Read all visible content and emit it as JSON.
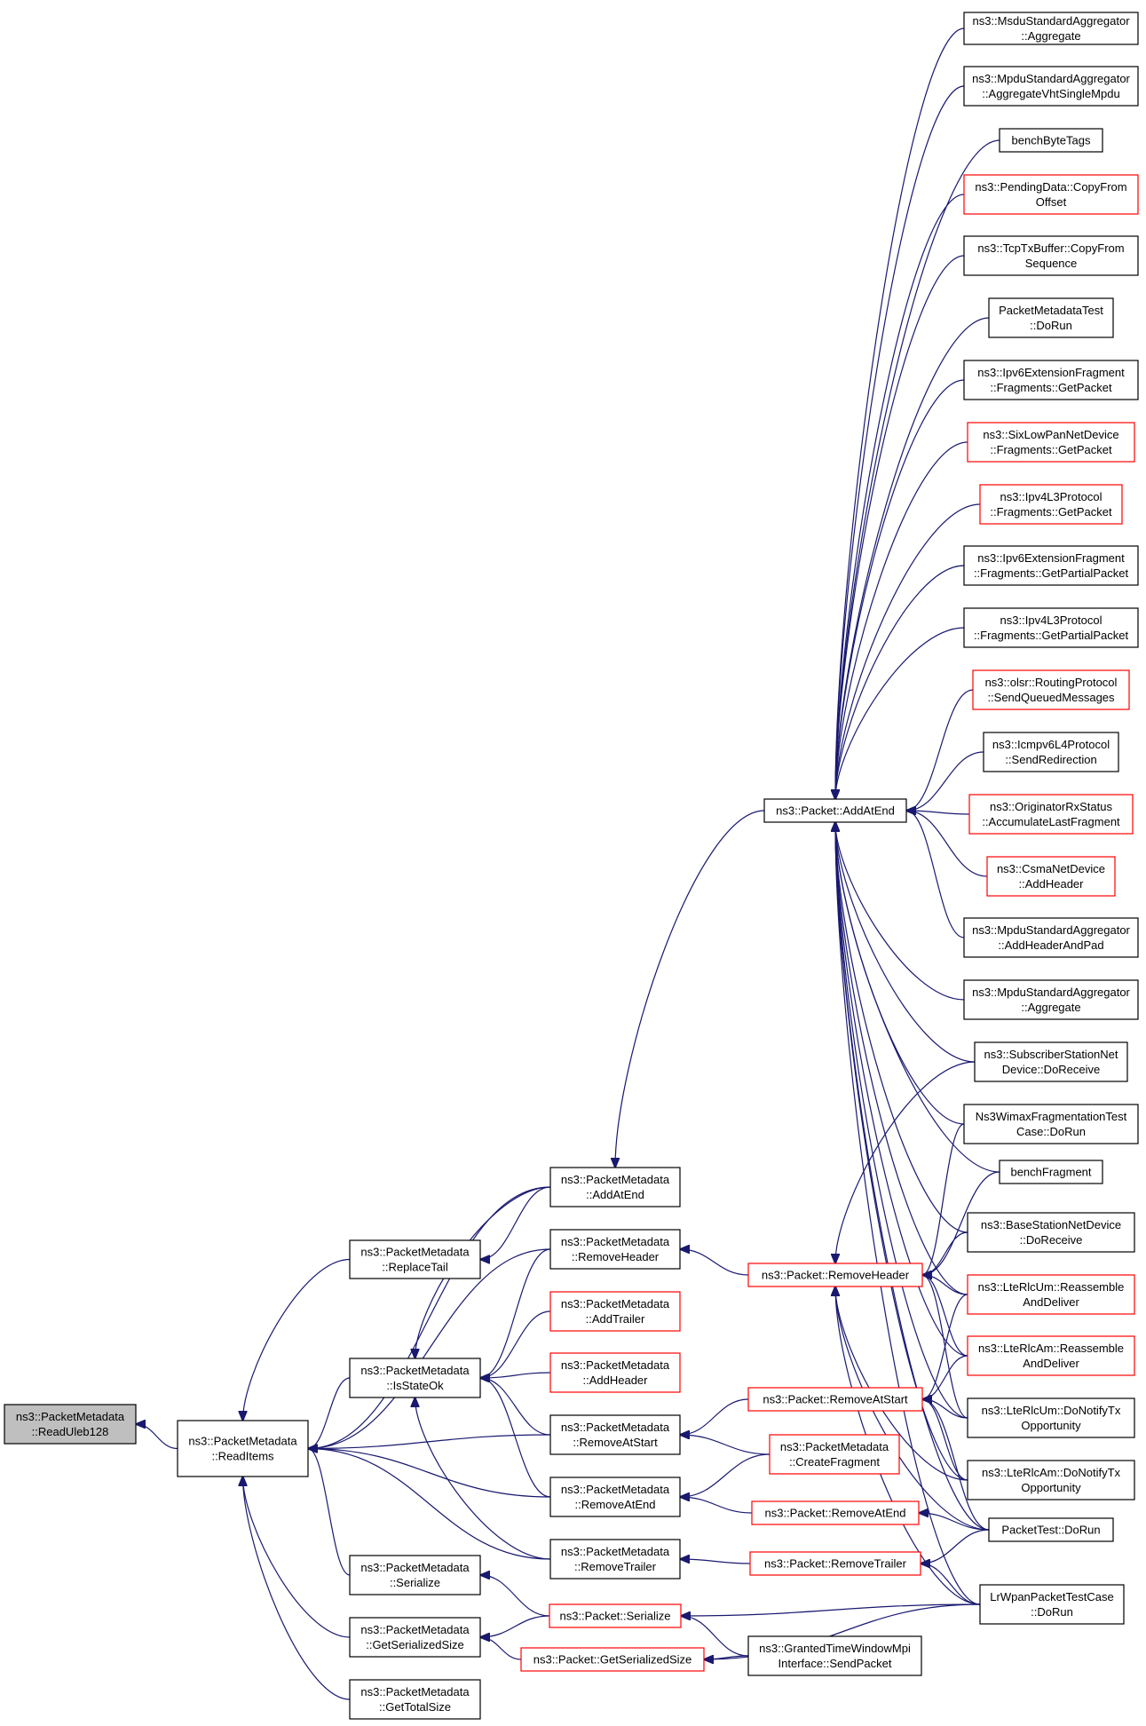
{
  "graph": {
    "edge_color": "#191970",
    "root_fill": "#bfbfbf",
    "normal_border": "#000000",
    "link_border": "#ff0000",
    "nodes": [
      {
        "id": "root",
        "lines": [
          "ns3::PacketMetadata",
          "::ReadUleb128"
        ],
        "style": "root"
      },
      {
        "id": "readitems",
        "lines": [
          "ns3::PacketMetadata",
          "::ReadItems"
        ],
        "style": "black"
      },
      {
        "id": "replacetail",
        "lines": [
          "ns3::PacketMetadata",
          "::ReplaceTail"
        ],
        "style": "black"
      },
      {
        "id": "isstateok",
        "lines": [
          "ns3::PacketMetadata",
          "::IsStateOk"
        ],
        "style": "black"
      },
      {
        "id": "pm_serialize",
        "lines": [
          "ns3::PacketMetadata",
          "::Serialize"
        ],
        "style": "black"
      },
      {
        "id": "pm_getserializedsize",
        "lines": [
          "ns3::PacketMetadata",
          "::GetSerializedSize"
        ],
        "style": "black"
      },
      {
        "id": "pm_gettotalsize",
        "lines": [
          "ns3::PacketMetadata",
          "::GetTotalSize"
        ],
        "style": "black"
      },
      {
        "id": "pm_addatend",
        "lines": [
          "ns3::PacketMetadata",
          "::AddAtEnd"
        ],
        "style": "black"
      },
      {
        "id": "pm_removeheader",
        "lines": [
          "ns3::PacketMetadata",
          "::RemoveHeader"
        ],
        "style": "black"
      },
      {
        "id": "pm_addtrailer",
        "lines": [
          "ns3::PacketMetadata",
          "::AddTrailer"
        ],
        "style": "red"
      },
      {
        "id": "pm_addheader",
        "lines": [
          "ns3::PacketMetadata",
          "::AddHeader"
        ],
        "style": "red"
      },
      {
        "id": "pm_removeatstart",
        "lines": [
          "ns3::PacketMetadata",
          "::RemoveAtStart"
        ],
        "style": "black"
      },
      {
        "id": "pm_removeatend",
        "lines": [
          "ns3::PacketMetadata",
          "::RemoveAtEnd"
        ],
        "style": "black"
      },
      {
        "id": "pm_removetrailer",
        "lines": [
          "ns3::PacketMetadata",
          "::RemoveTrailer"
        ],
        "style": "black"
      },
      {
        "id": "p_addatend",
        "lines": [
          "ns3::Packet::AddAtEnd"
        ],
        "style": "black"
      },
      {
        "id": "p_removeheader",
        "lines": [
          "ns3::Packet::RemoveHeader"
        ],
        "style": "red"
      },
      {
        "id": "p_removeatstart",
        "lines": [
          "ns3::Packet::RemoveAtStart"
        ],
        "style": "red"
      },
      {
        "id": "pm_createfragment",
        "lines": [
          "ns3::PacketMetadata",
          "::CreateFragment"
        ],
        "style": "red"
      },
      {
        "id": "p_removeatend",
        "lines": [
          "ns3::Packet::RemoveAtEnd"
        ],
        "style": "red"
      },
      {
        "id": "p_removetrailer",
        "lines": [
          "ns3::Packet::RemoveTrailer"
        ],
        "style": "red"
      },
      {
        "id": "p_serialize",
        "lines": [
          "ns3::Packet::Serialize"
        ],
        "style": "red"
      },
      {
        "id": "p_getserializedsize",
        "lines": [
          "ns3::Packet::GetSerializedSize"
        ],
        "style": "red"
      },
      {
        "id": "grantedtime",
        "lines": [
          "ns3::GrantedTimeWindowMpi",
          "Interface::SendPacket"
        ],
        "style": "black"
      },
      {
        "id": "msdu_aggregate",
        "lines": [
          "ns3::MsduStandardAggregator",
          "::Aggregate"
        ],
        "style": "black"
      },
      {
        "id": "mpdu_vht",
        "lines": [
          "ns3::MpduStandardAggregator",
          "::AggregateVhtSingleMpdu"
        ],
        "style": "black"
      },
      {
        "id": "benchbytetags",
        "lines": [
          "benchByteTags"
        ],
        "style": "black"
      },
      {
        "id": "pendingdata",
        "lines": [
          "ns3::PendingData::CopyFrom",
          "Offset"
        ],
        "style": "red"
      },
      {
        "id": "tcptxbuffer",
        "lines": [
          "ns3::TcpTxBuffer::CopyFrom",
          "Sequence"
        ],
        "style": "black"
      },
      {
        "id": "pmtest",
        "lines": [
          "PacketMetadataTest",
          "::DoRun"
        ],
        "style": "black"
      },
      {
        "id": "ipv6frag_get",
        "lines": [
          "ns3::Ipv6ExtensionFragment",
          "::Fragments::GetPacket"
        ],
        "style": "black"
      },
      {
        "id": "sixlowpan",
        "lines": [
          "ns3::SixLowPanNetDevice",
          "::Fragments::GetPacket"
        ],
        "style": "red"
      },
      {
        "id": "ipv4l3_get",
        "lines": [
          "ns3::Ipv4L3Protocol",
          "::Fragments::GetPacket"
        ],
        "style": "red"
      },
      {
        "id": "ipv6frag_partial",
        "lines": [
          "ns3::Ipv6ExtensionFragment",
          "::Fragments::GetPartialPacket"
        ],
        "style": "black"
      },
      {
        "id": "ipv4l3_partial",
        "lines": [
          "ns3::Ipv4L3Protocol",
          "::Fragments::GetPartialPacket"
        ],
        "style": "black"
      },
      {
        "id": "olsr",
        "lines": [
          "ns3::olsr::RoutingProtocol",
          "::SendQueuedMessages"
        ],
        "style": "red"
      },
      {
        "id": "icmpv6",
        "lines": [
          "ns3::Icmpv6L4Protocol",
          "::SendRedirection"
        ],
        "style": "black"
      },
      {
        "id": "originator",
        "lines": [
          "ns3::OriginatorRxStatus",
          "::AccumulateLastFragment"
        ],
        "style": "red"
      },
      {
        "id": "csma",
        "lines": [
          "ns3::CsmaNetDevice",
          "::AddHeader"
        ],
        "style": "red"
      },
      {
        "id": "mpdu_addheaderandpad",
        "lines": [
          "ns3::MpduStandardAggregator",
          "::AddHeaderAndPad"
        ],
        "style": "black"
      },
      {
        "id": "mpdu_aggregate",
        "lines": [
          "ns3::MpduStandardAggregator",
          "::Aggregate"
        ],
        "style": "black"
      },
      {
        "id": "subscriber",
        "lines": [
          "ns3::SubscriberStationNet",
          "Device::DoReceive"
        ],
        "style": "black"
      },
      {
        "id": "wimaxfrag",
        "lines": [
          "Ns3WimaxFragmentationTest",
          "Case::DoRun"
        ],
        "style": "black"
      },
      {
        "id": "benchfragment",
        "lines": [
          "benchFragment"
        ],
        "style": "black"
      },
      {
        "id": "basestation",
        "lines": [
          "ns3::BaseStationNetDevice",
          "::DoReceive"
        ],
        "style": "black"
      },
      {
        "id": "rlcum_reassemble",
        "lines": [
          "ns3::LteRlcUm::Reassemble",
          "AndDeliver"
        ],
        "style": "red"
      },
      {
        "id": "rlcam_reassemble",
        "lines": [
          "ns3::LteRlcAm::Reassemble",
          "AndDeliver"
        ],
        "style": "red"
      },
      {
        "id": "rlcum_notify",
        "lines": [
          "ns3::LteRlcUm::DoNotifyTx",
          "Opportunity"
        ],
        "style": "black"
      },
      {
        "id": "rlcam_notify",
        "lines": [
          "ns3::LteRlcAm::DoNotifyTx",
          "Opportunity"
        ],
        "style": "black"
      },
      {
        "id": "packettest",
        "lines": [
          "PacketTest::DoRun"
        ],
        "style": "black"
      },
      {
        "id": "lrwpan",
        "lines": [
          "LrWpanPacketTestCase",
          "::DoRun"
        ],
        "style": "black"
      }
    ],
    "edges": [
      [
        "readitems",
        "root"
      ],
      [
        "replacetail",
        "readitems"
      ],
      [
        "isstateok",
        "readitems"
      ],
      [
        "pm_serialize",
        "readitems"
      ],
      [
        "pm_getserializedsize",
        "readitems"
      ],
      [
        "pm_gettotalsize",
        "readitems"
      ],
      [
        "pm_addatend",
        "readitems"
      ],
      [
        "pm_removeheader",
        "readitems"
      ],
      [
        "pm_removeatstart",
        "readitems"
      ],
      [
        "pm_removeatend",
        "readitems"
      ],
      [
        "pm_removetrailer",
        "readitems"
      ],
      [
        "pm_addatend",
        "replacetail"
      ],
      [
        "pm_addatend",
        "isstateok"
      ],
      [
        "pm_removeheader",
        "isstateok"
      ],
      [
        "pm_addtrailer",
        "isstateok"
      ],
      [
        "pm_addheader",
        "isstateok"
      ],
      [
        "pm_removeatstart",
        "isstateok"
      ],
      [
        "pm_removeatend",
        "isstateok"
      ],
      [
        "pm_removetrailer",
        "isstateok"
      ],
      [
        "p_addatend",
        "pm_addatend"
      ],
      [
        "p_removeheader",
        "pm_removeheader"
      ],
      [
        "p_removeatstart",
        "pm_removeatstart"
      ],
      [
        "pm_createfragment",
        "pm_removeatstart"
      ],
      [
        "pm_createfragment",
        "pm_removeatend"
      ],
      [
        "p_removeatend",
        "pm_removeatend"
      ],
      [
        "p_removetrailer",
        "pm_removetrailer"
      ],
      [
        "p_serialize",
        "pm_serialize"
      ],
      [
        "p_serialize",
        "pm_getserializedsize"
      ],
      [
        "p_getserializedsize",
        "pm_getserializedsize"
      ],
      [
        "grantedtime",
        "p_serialize"
      ],
      [
        "lrwpan",
        "p_serialize"
      ],
      [
        "grantedtime",
        "p_getserializedsize"
      ],
      [
        "lrwpan",
        "p_getserializedsize"
      ],
      [
        "packettest",
        "p_removeatend"
      ],
      [
        "packettest",
        "p_removetrailer"
      ],
      [
        "lrwpan",
        "p_removetrailer"
      ],
      [
        "msdu_aggregate",
        "p_addatend"
      ],
      [
        "mpdu_vht",
        "p_addatend"
      ],
      [
        "benchbytetags",
        "p_addatend"
      ],
      [
        "pendingdata",
        "p_addatend"
      ],
      [
        "tcptxbuffer",
        "p_addatend"
      ],
      [
        "pmtest",
        "p_addatend"
      ],
      [
        "ipv6frag_get",
        "p_addatend"
      ],
      [
        "sixlowpan",
        "p_addatend"
      ],
      [
        "ipv4l3_get",
        "p_addatend"
      ],
      [
        "ipv6frag_partial",
        "p_addatend"
      ],
      [
        "ipv4l3_partial",
        "p_addatend"
      ],
      [
        "olsr",
        "p_addatend"
      ],
      [
        "icmpv6",
        "p_addatend"
      ],
      [
        "originator",
        "p_addatend"
      ],
      [
        "csma",
        "p_addatend"
      ],
      [
        "mpdu_addheaderandpad",
        "p_addatend"
      ],
      [
        "mpdu_aggregate",
        "p_addatend"
      ],
      [
        "subscriber",
        "p_addatend"
      ],
      [
        "wimaxfrag",
        "p_addatend"
      ],
      [
        "benchfragment",
        "p_addatend"
      ],
      [
        "basestation",
        "p_addatend"
      ],
      [
        "rlcum_reassemble",
        "p_addatend"
      ],
      [
        "rlcam_reassemble",
        "p_addatend"
      ],
      [
        "rlcum_notify",
        "p_addatend"
      ],
      [
        "rlcam_notify",
        "p_addatend"
      ],
      [
        "packettest",
        "p_addatend"
      ],
      [
        "lrwpan",
        "p_addatend"
      ],
      [
        "subscriber",
        "p_removeheader"
      ],
      [
        "wimaxfrag",
        "p_removeheader"
      ],
      [
        "benchfragment",
        "p_removeheader"
      ],
      [
        "basestation",
        "p_removeheader"
      ],
      [
        "rlcum_reassemble",
        "p_removeheader"
      ],
      [
        "rlcam_reassemble",
        "p_removeheader"
      ],
      [
        "rlcum_notify",
        "p_removeheader"
      ],
      [
        "rlcam_notify",
        "p_removeheader"
      ],
      [
        "packettest",
        "p_removeheader"
      ],
      [
        "lrwpan",
        "p_removeheader"
      ],
      [
        "rlcum_reassemble",
        "p_removeatstart"
      ],
      [
        "rlcam_reassemble",
        "p_removeatstart"
      ],
      [
        "rlcum_notify",
        "p_removeatstart"
      ],
      [
        "rlcam_notify",
        "p_removeatstart"
      ],
      [
        "packettest",
        "p_removeatstart"
      ]
    ]
  }
}
